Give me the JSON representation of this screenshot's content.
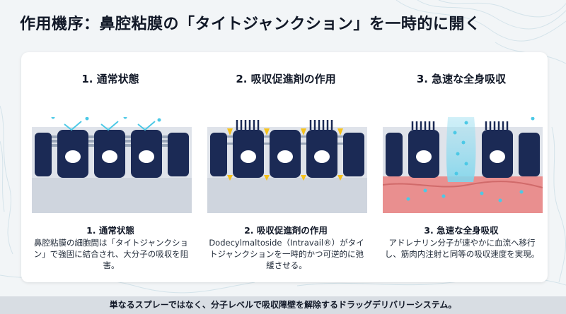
{
  "title": "作用機序：鼻腔粘膜の「タイトジャンクション」を一時的に開く",
  "panels": [
    {
      "heading": "1. 通常状態",
      "subheading": "1. 通常状態",
      "description": "鼻腔粘膜の細胞間は「タイトジャンクション」で強固に結合され、大分子の吸収を阻害。"
    },
    {
      "heading": "2. 吸収促進剤の作用",
      "subheading": "2. 吸収促進剤の作用",
      "description": "Dodecylmaltoside（Intravail®）がタイトジャンクションを一時的かつ可逆的に弛緩させる。"
    },
    {
      "heading": "3. 急速な全身吸収",
      "subheading": "3. 急速な全身吸収",
      "description": "アドレナリン分子が速やかに血流へ移行し、筋肉内注射と同等の吸収速度を実現。"
    }
  ],
  "footer": "単なるスプレーではなく、分子レベルで吸収障壁を解除するドラッグデリバリーシステム。",
  "colors": {
    "cell": "#1b2a55",
    "nucleus": "#ffffff",
    "tissue": "#d9dee6",
    "molecule": "#4cc9e6",
    "enhancer": "#f6c21c",
    "blood": "#e98f8f"
  }
}
